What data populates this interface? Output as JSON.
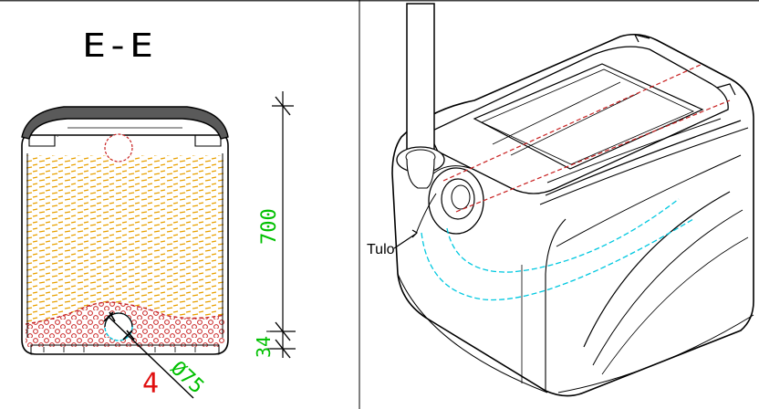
{
  "section": {
    "title": "E-E"
  },
  "dimensions": {
    "height_main": "700",
    "height_bottom": "34",
    "pipe_diameter": "Ø75",
    "slope_marker": "4"
  },
  "labels": {
    "inlet": "Tulo"
  },
  "colors": {
    "background": "#ffffff",
    "outline": "#000000",
    "lid_fill": "#5a5a5a",
    "dimension_green": "#00c000",
    "sand_hatch": "#e8a000",
    "gravel_hatch": "#c82020",
    "pipe_cyan": "#00c8e0",
    "red_marker": "#e01010"
  }
}
